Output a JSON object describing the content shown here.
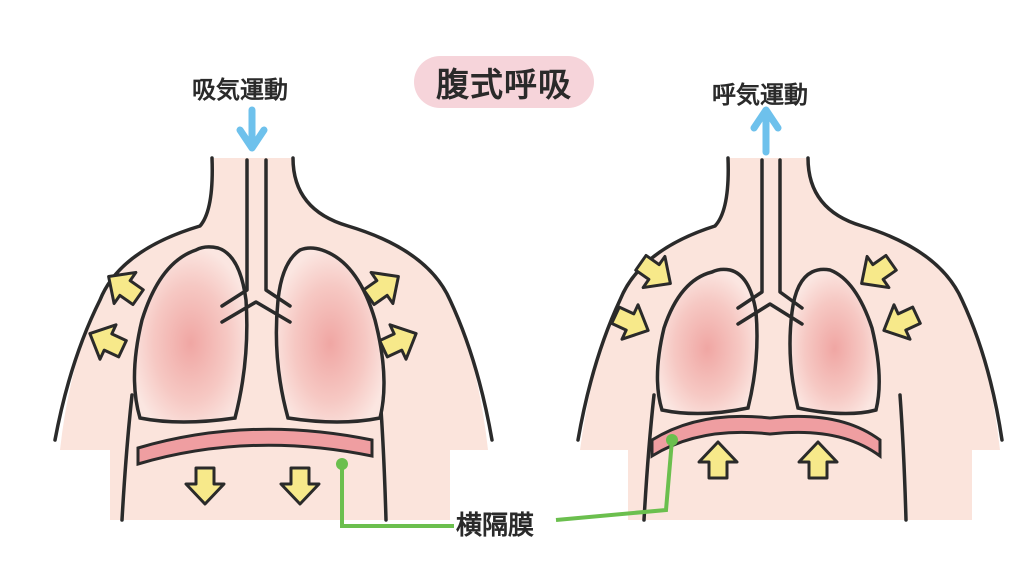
{
  "title": "腹式呼吸",
  "inhale_label": "吸気運動",
  "exhale_label": "呼気運動",
  "diaphragm_label": "横隔膜",
  "colors": {
    "skin": "#fbe4dc",
    "outline": "#2a2a2a",
    "lung": "#f3b7b2",
    "diaphragm": "#ef9ea1",
    "air_arrow": "#6ec1ec",
    "motion_arrow": "#f7e98a",
    "leader_line": "#6bbf4e",
    "title_badge": "#f6d4da"
  },
  "icons": [
    "air-in-arrow-icon",
    "air-out-arrow-icon",
    "expand-arrow-icon",
    "contract-arrow-icon"
  ]
}
